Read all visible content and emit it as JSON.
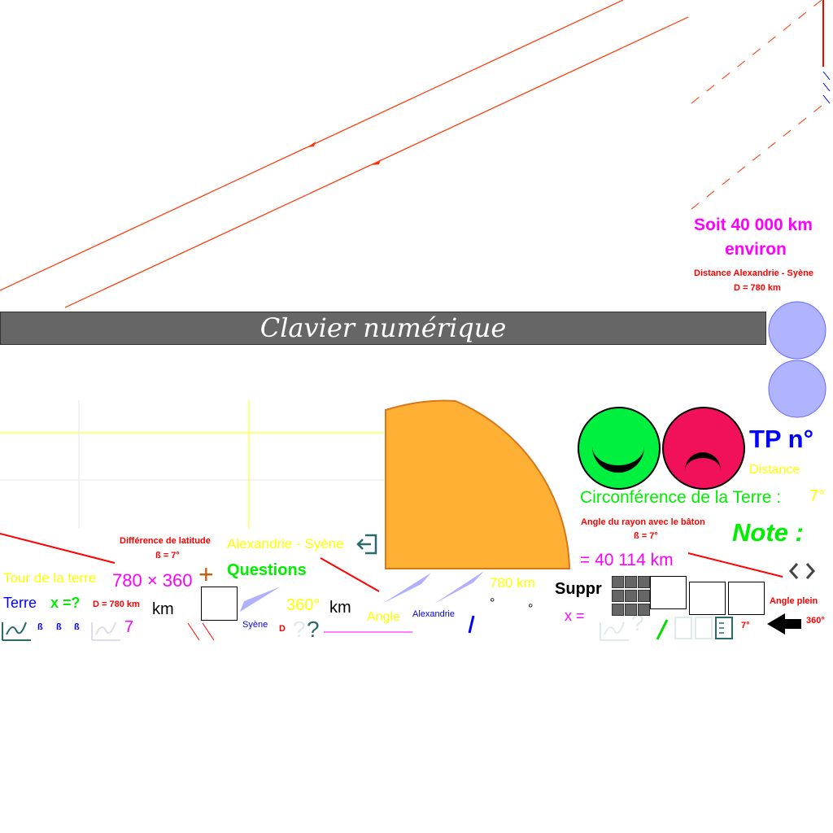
{
  "header": {
    "title": "Clavier numérique"
  },
  "labels": {
    "soit": "Soit 40 000 km",
    "environ": "environ",
    "distance_as": "Distance Alexandrie - Syène",
    "d780": "D = 780 km",
    "tp": "TP n°",
    "distance": "Distance",
    "circonference": "Circonférence de la Terre :",
    "deg7": "7°",
    "angle_rayon": "Angle du rayon avec le bâton",
    "beta7": "ß = 7°",
    "note": "Note :",
    "result": "= 40 114 km",
    "angle_plein": "Angle plein",
    "deg360": "360°",
    "diff_lat": "Différence de latitude",
    "beta7b": "ß = 7°",
    "alex_syene": "Alexandrie - Syène",
    "questions": "Questions",
    "tour": "Tour de la terre",
    "calc": "780 × 360",
    "plus": "+",
    "terre": "Terre",
    "xq": "x =?",
    "d780b": "D = 780 km",
    "km1": "km",
    "beta": "ß",
    "seven": "7",
    "syene": "Syène",
    "d": "D",
    "deg360b": "360°",
    "km2": "km",
    "angle": "Angle",
    "alexandrie": "Alexandrie",
    "km780": "780 km",
    "deg_sym": "°",
    "suppr": "Suppr",
    "xeq": "x =",
    "deg7b": "7°",
    "q": "?"
  },
  "colors": {
    "red": "#ff0000",
    "magenta": "#ff00ff",
    "yellow": "#ffff00",
    "green": "#00ee00",
    "blue": "#0000ff",
    "orange": "#fdb033"
  }
}
